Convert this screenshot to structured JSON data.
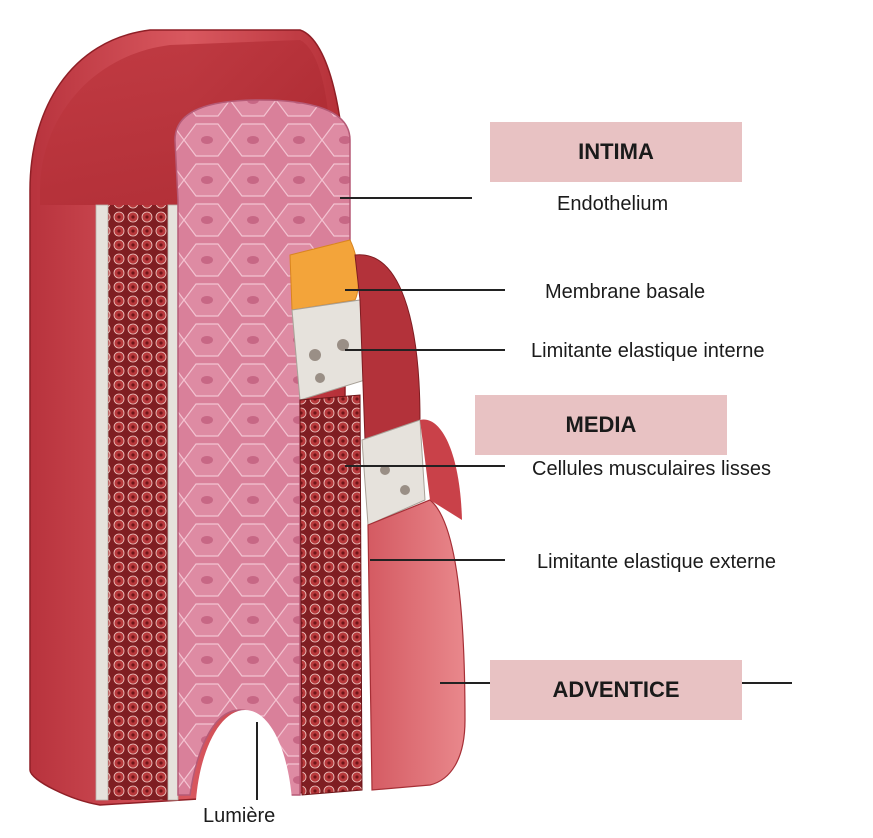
{
  "sections": {
    "intima": "INTIMA",
    "media": "MEDIA",
    "adventice": "ADVENTICE"
  },
  "labels": {
    "endothelium": "Endothelium",
    "membrane_basale": "Membrane basale",
    "limitante_interne": "Limitante elastique interne",
    "cellules_musculaires": "Cellules musculaires lisses",
    "limitante_externe": "Limitante elastique externe",
    "lumiere": "Lumière"
  },
  "colors": {
    "section_box": "#e8c2c3",
    "adventitia": "#c9434b",
    "media_muscle": "#9e2a2d",
    "endothelium": "#d57c97",
    "basement_membrane": "#f3a43a",
    "elastic_lamina": "#e6e2dc"
  }
}
